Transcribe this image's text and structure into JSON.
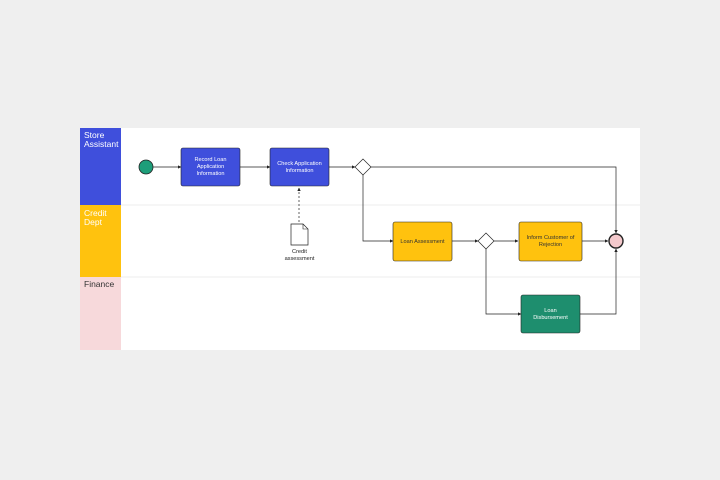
{
  "colors": {
    "store": "#3f4fdc",
    "credit": "#ffc20e",
    "finance": "#f7d9db",
    "start": "#1e9e7a",
    "end": "#f4c9cc",
    "disbursement": "#1e8e6e"
  },
  "lanes": {
    "store": {
      "label_line1": "Store",
      "label_line2": "Assistant"
    },
    "credit": {
      "label_line1": "Credit",
      "label_line2": "Dept"
    },
    "finance": {
      "label_line1": "Finance"
    }
  },
  "tasks": {
    "record": {
      "line1": "Record Loan",
      "line2": "Application",
      "line3": "Information"
    },
    "check": {
      "line1": "Check Application",
      "line2": "Information"
    },
    "assessment": {
      "line1": "Loan Assessment"
    },
    "inform": {
      "line1": "Inform Customer of",
      "line2": "Rejection"
    },
    "disbursement": {
      "line1": "Loan",
      "line2": "Disbursement"
    }
  },
  "document": {
    "line1": "Credit",
    "line2": "assessment"
  }
}
